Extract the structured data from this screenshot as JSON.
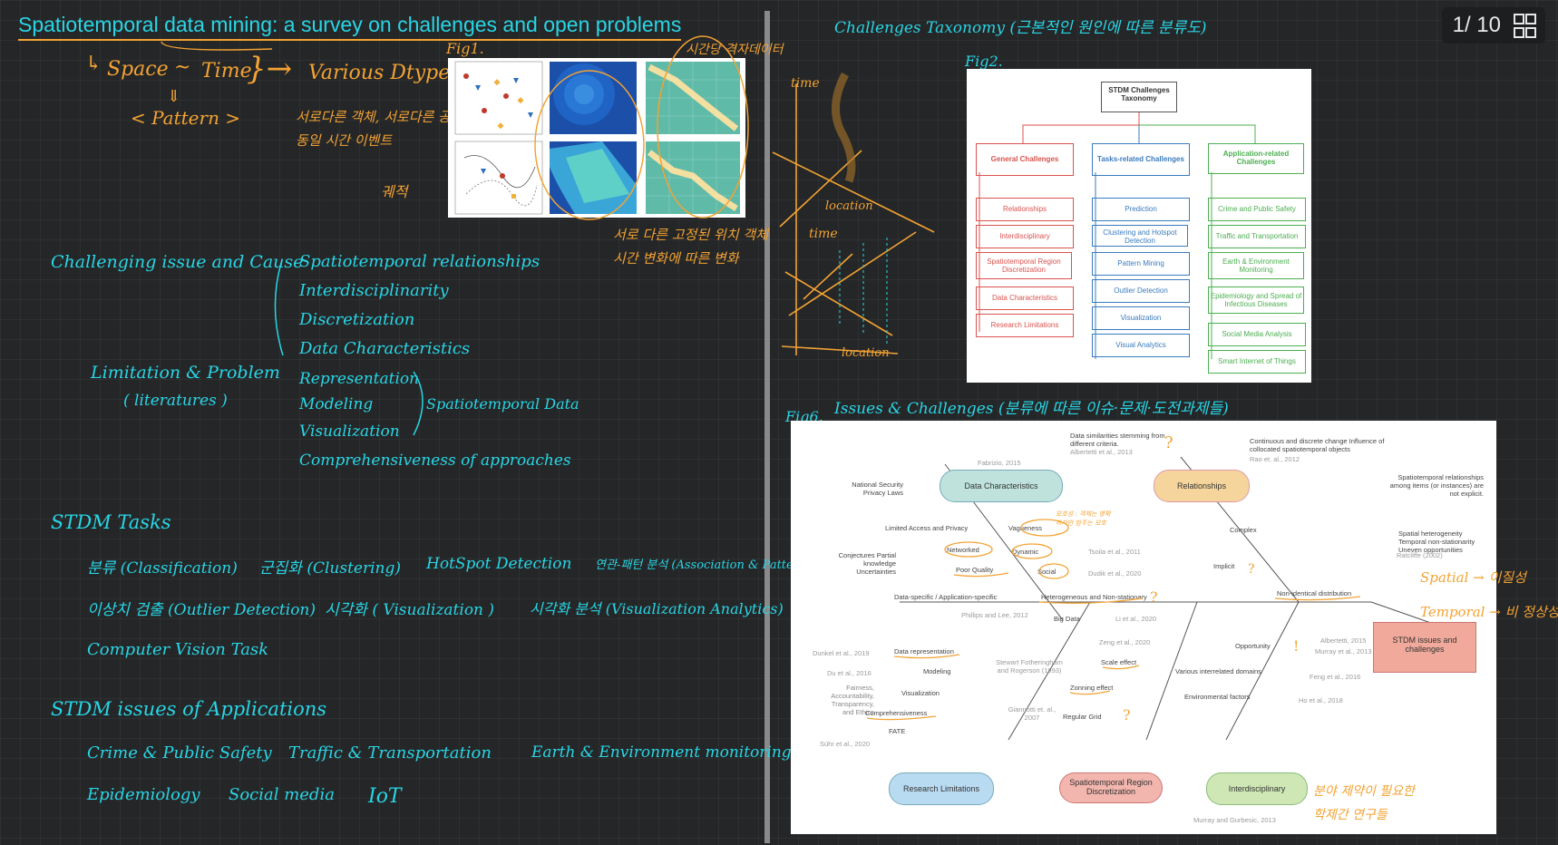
{
  "title": "Spatiotemporal data mining: a survey on challenges and open problems",
  "pager": {
    "label": "1/ 10",
    "grid_icon": "grid-view-icon"
  },
  "left": {
    "space_time": {
      "space": "Space",
      "tilde": "~",
      "time": "Time",
      "types": "Various Dtypes.",
      "pattern": "< Pattern >"
    },
    "korean_note1": "서로다른 객체, 서로다른 공간에서\n동일 시간 이벤트",
    "korean_note2": "궤적",
    "fig1_label": "Fig1.",
    "fig1_note_top": "시간당 격자데이터",
    "fig1_note_bottom": "서로 다른 고정된 위치 객체\n시간 변화에 따른 변화",
    "challenging": {
      "head": "Challenging issue and Cause",
      "items": [
        "Spatiotemporal relationships",
        "Interdisciplinarity",
        "Discretization",
        "Data Characteristics"
      ]
    },
    "limitation": {
      "head": "Limitation & Problem",
      "sub": "( literatures )",
      "items": [
        "Representation",
        "Modeling",
        "Visualization",
        "Comprehensiveness of approaches"
      ],
      "brace_label": "Spatiotemporal Data"
    },
    "tasks": {
      "head": "STDM Tasks",
      "row1": [
        "분류 (Classification)",
        "군집화 (Clustering)",
        "HotSpot Detection",
        "연관-패턴 분석 (Association & Pattern mining)"
      ],
      "row2": [
        "이상치 검출 (Outlier Detection)",
        "시각화 ( Visualization )",
        "시각화 분석 (Visualization Analytics)"
      ],
      "row3": [
        "Computer Vision Task"
      ]
    },
    "apps": {
      "head": "STDM issues of Applications",
      "row1": [
        "Crime & Public Safety",
        "Traffic & Transportation",
        "Earth & Environment monitoring"
      ],
      "row2": [
        "Epidemiology",
        "Social media",
        "IoT"
      ]
    }
  },
  "right": {
    "challenges_taxonomy": "Challenges Taxonomy (근본적인 원인에 따른 분류도)",
    "fig2_label": "Fig2.",
    "axis_time": "time",
    "axis_location": "location",
    "taxonomy": {
      "root": "STDM Challenges Taxonomy",
      "columns": [
        {
          "head": "General Challenges",
          "color": "#d9534f",
          "items": [
            "Relationships",
            "Interdisciplinary",
            "Spatiotemporal Region Discretization",
            "Data Characteristics",
            "Research Limitations"
          ]
        },
        {
          "head": "Tasks-related Challenges",
          "color": "#3a7bbf",
          "items": [
            "Prediction",
            "Clustering and Hotspot Detection",
            "Pattern Mining",
            "Outlier Detection",
            "Visualization",
            "Visual Analytics"
          ]
        },
        {
          "head": "Application-related Challenges",
          "color": "#4caf50",
          "items": [
            "Crime and Public Safety",
            "Traffic and Transportation",
            "Earth & Environment Monitoring",
            "Epidemiology and Spread of Infectious Diseases",
            "Social Media Analysis",
            "Smart Internet of Things"
          ]
        }
      ]
    },
    "issues_head": "Issues & Challenges (분류에 따른 이슈·문제·도전과제들)",
    "fig6_label": "Fig6.",
    "fishbone": {
      "head": "STDM issues and challenges",
      "categories": [
        "Data Characteristics",
        "Relationships",
        "Research Limitations",
        "Spatiotemporal Region Discretization",
        "Interdisciplinary"
      ],
      "data_char_items": [
        "Limited Access and Privacy",
        "Vagueness",
        "Networked",
        "Dynamic",
        "Poor Quality",
        "Social",
        "Data-specific / Application-specific",
        "Heterogeneous and Non-stationary",
        "Big Data"
      ],
      "relationship_items": [
        "Complex",
        "Implicit",
        "Non-identical distribution"
      ],
      "research_items": [
        "Data representation",
        "Modeling",
        "Visualization",
        "Comprehensiveness",
        "FATE"
      ],
      "discretization_items": [
        "Scale effect",
        "Zonning effect",
        "Regular Grid"
      ],
      "interdisc_items": [
        "Opportunity",
        "Various interrelated domains",
        "Environmental factors"
      ],
      "refs": [
        "Fabrizio, 2015",
        "Tsoila et al., 2011",
        "Dudik et al., 2020",
        "Phillips and Lee, 2012",
        "Li et al., 2020",
        "Dunkel et al., 2019",
        "Du et al., 2016",
        "Stewart Fotheringham and Rogerson (1993)",
        "Giannotti et. al., 2007",
        "Zeng et al., 2020",
        "Albertetti, 2015",
        "Murray et al., 2013",
        "Feng et al., 2016",
        "Ho et al., 2018",
        "Murray and Gurbesic, 2013",
        "Sühr et al., 2020",
        "Rao et. al., 2012",
        "Ratcliffe (2002)",
        "Albertetti et al., 2013"
      ],
      "notes": {
        "privacy": "National Security Privacy Laws",
        "uncertain": "Conjectures Partial knowledge Uncertainties",
        "similar": "Data similarities stemming from different criteria.",
        "continuous": "Continuous and discrete change Influence of collocated spatiotemporal objects",
        "among": "Spatiotemporal relationships among items (or instances) are not explicit.",
        "hetero": "Spatial heterogeneity Temporal non-stationarity Uneven opportunities",
        "fairness": "Fairness, Accountability, Transparency, and Ethics"
      }
    },
    "ann_spatial": "Spatial → 이질성",
    "ann_temporal": "Temporal → 비 정상성",
    "ann_interdisc": "분야 제약이 필요한\n학제간 연구들",
    "ann_vague": "모호성 : 객체는 명확\n하지만 범주는 모호\n…"
  }
}
